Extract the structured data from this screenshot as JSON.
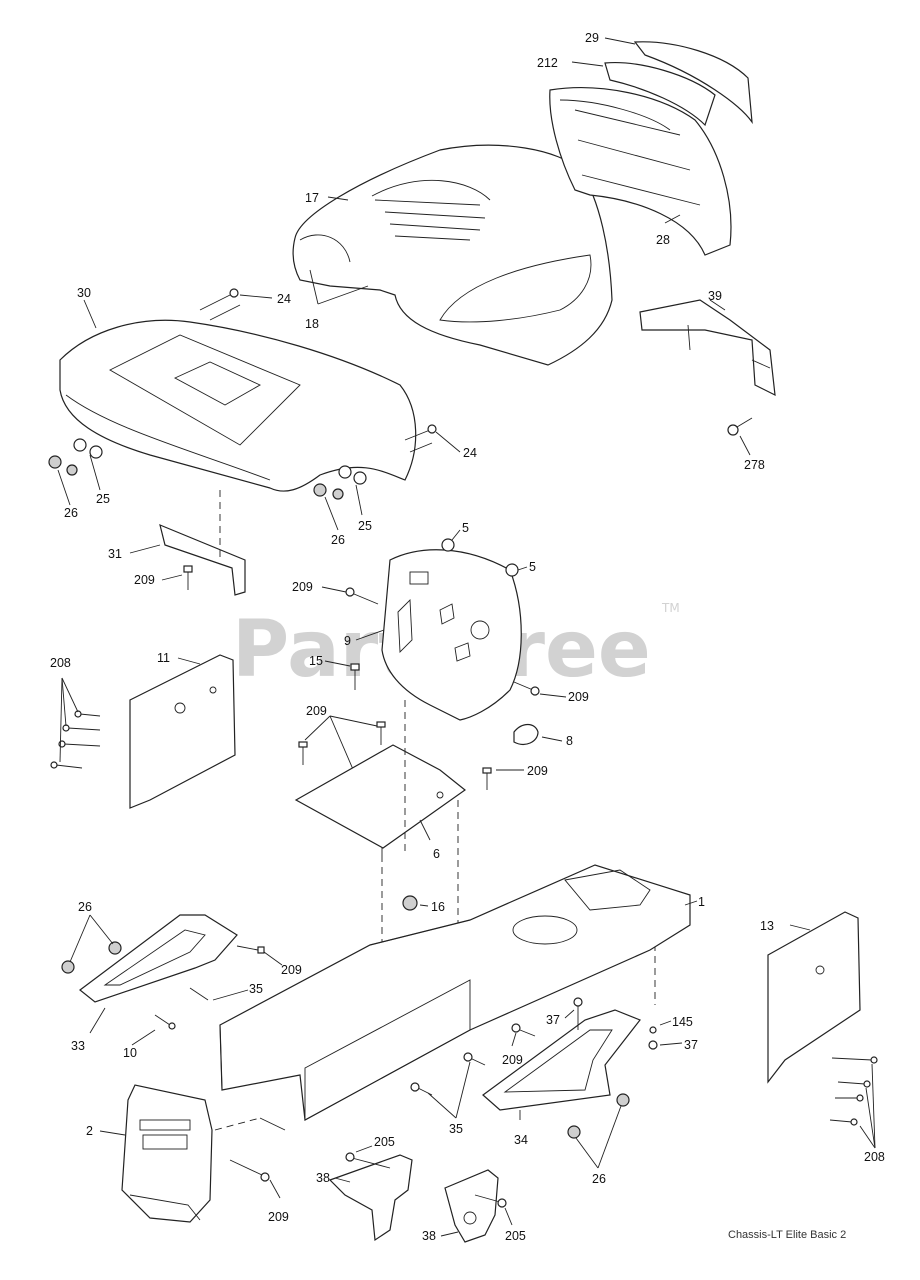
{
  "watermark": {
    "text": "PartsTree",
    "trademark": "TM"
  },
  "footer": {
    "text": "Chassis-LT Elite Basic 2"
  },
  "callouts": {
    "c29": "29",
    "c212": "212",
    "c17": "17",
    "c28a": "28",
    "c39": "39",
    "c30": "30",
    "c24a": "24",
    "c18": "18",
    "c24b": "24",
    "c278": "278",
    "c25a": "25",
    "c26a": "26",
    "c26b": "26",
    "c25b": "25",
    "c5a": "5",
    "c5b": "5",
    "c31": "31",
    "c209a": "209",
    "c209b": "209",
    "c9": "9",
    "c11": "11",
    "c208a": "208",
    "c15": "15",
    "c209c": "209",
    "c209d": "209",
    "c8": "8",
    "c209e": "209",
    "c6": "6",
    "c26c": "26",
    "c16": "16",
    "c1": "1",
    "c13": "13",
    "c209f": "209",
    "c35a": "35",
    "c33": "33",
    "c10": "10",
    "c37a": "37",
    "c145": "145",
    "c37b": "37",
    "c209g": "209",
    "c35b": "35",
    "c34": "34",
    "c2": "2",
    "c205a": "205",
    "c26d": "26",
    "c208b": "208",
    "c38a": "38",
    "c209h": "209",
    "c38b": "38",
    "c205b": "205"
  }
}
